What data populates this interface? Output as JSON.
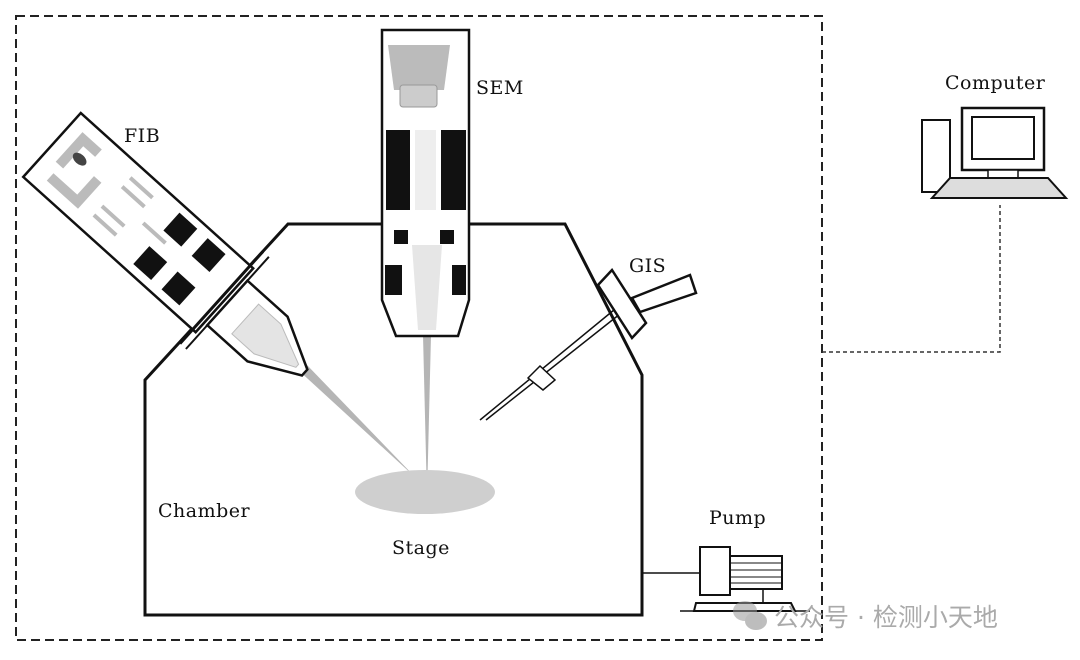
{
  "labels": {
    "fib": "FIB",
    "sem": "SEM",
    "gis": "GIS",
    "computer": "Computer",
    "chamber": "Chamber",
    "stage": "Stage",
    "pump": "Pump"
  },
  "watermark": {
    "text": "公众号 · 检测小天地",
    "icon": "wechat-icon"
  },
  "colors": {
    "line": "#111111",
    "beam": "#b5b5b5",
    "stage": "#cfcfcf",
    "watermark": "#aaaaaa"
  }
}
